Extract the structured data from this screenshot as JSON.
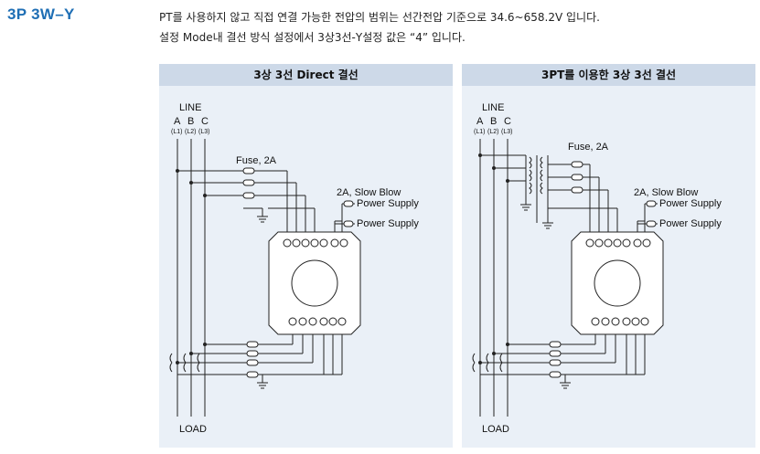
{
  "section": {
    "title": "3P 3W–Y"
  },
  "description": {
    "line1": "PT를 사용하지 않고 직접 연결 가능한 전압의 범위는 선간전압 기준으로 34.6~658.2V 입니다.",
    "line2": "설정 Mode내 결선 방식 설정에서 3상3선-Y설정 값은 “4” 입니다."
  },
  "panels": [
    {
      "title": "3상 3선 Direct 결선",
      "line_label": "LINE",
      "load_label": "LOAD",
      "phases": [
        {
          "letter": "A",
          "sub": "(L1)"
        },
        {
          "letter": "B",
          "sub": "(L2)"
        },
        {
          "letter": "C",
          "sub": "(L3)"
        }
      ],
      "fuse_label": "Fuse, 2A",
      "slow_blow_label": "2A, Slow Blow",
      "power_supply_1": "Power Supply",
      "power_supply_2": "Power Supply"
    },
    {
      "title": "3PT를 이용한 3상 3선 결선",
      "line_label": "LINE",
      "load_label": "LOAD",
      "phases": [
        {
          "letter": "A",
          "sub": "(L1)"
        },
        {
          "letter": "B",
          "sub": "(L2)"
        },
        {
          "letter": "C",
          "sub": "(L3)"
        }
      ],
      "fuse_label": "Fuse, 2A",
      "slow_blow_label": "2A, Slow Blow",
      "power_supply_1": "Power Supply",
      "power_supply_2": "Power Supply"
    }
  ]
}
